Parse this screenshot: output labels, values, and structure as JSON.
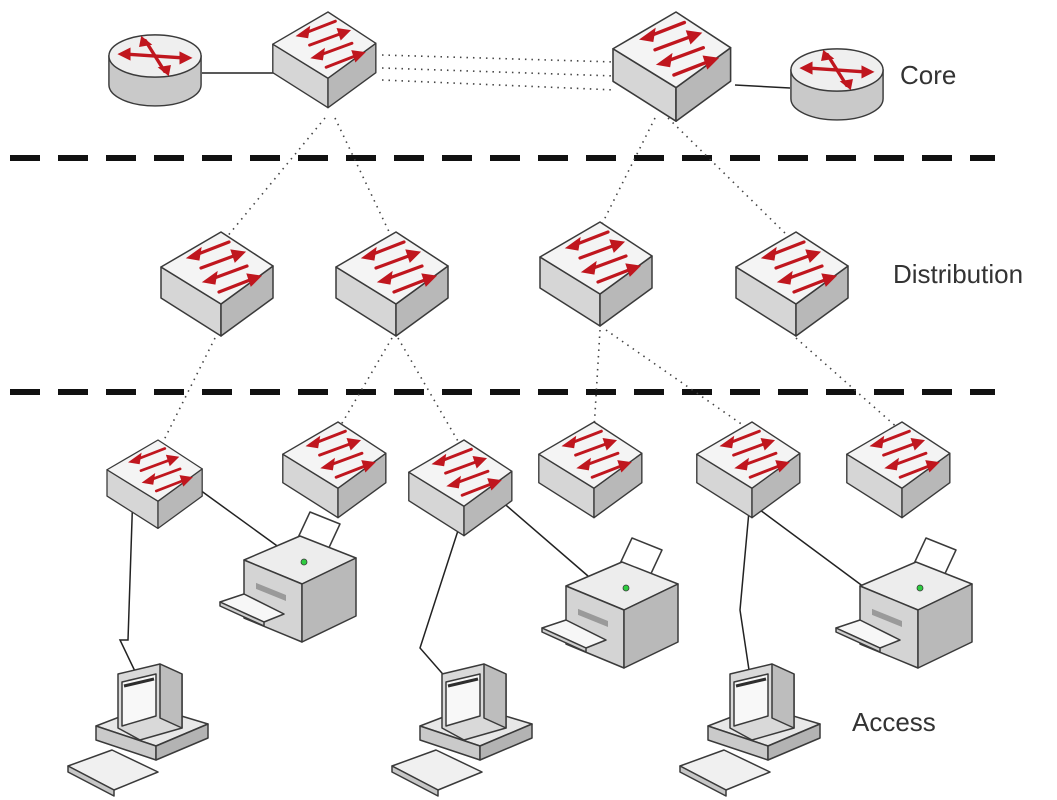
{
  "diagram": {
    "layers": {
      "core": "Core",
      "distribution": "Distribution",
      "access": "Access"
    }
  },
  "colors": {
    "arrow": "#c0161e",
    "device_top": "#f2f2f2",
    "device_side": "#cfcfcf",
    "outline": "#3a3a3a",
    "divider": "#111111",
    "link_dotted": "#444444"
  },
  "icons": {
    "router": "router-icon",
    "switch": "switch-icon",
    "printer": "printer-icon",
    "workstation": "workstation-icon"
  }
}
